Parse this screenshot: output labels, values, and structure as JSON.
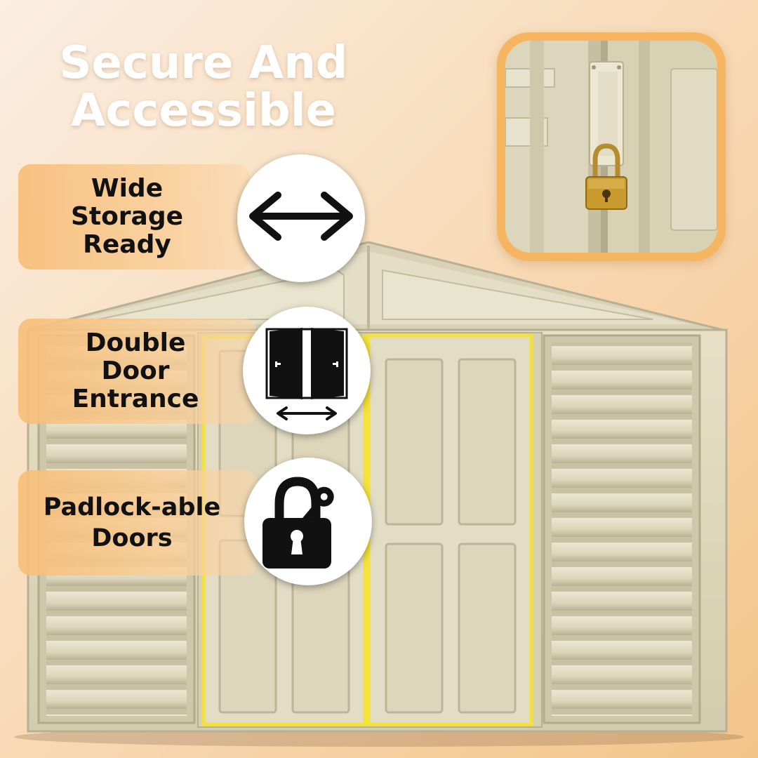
{
  "headline": {
    "line1": "Secure And",
    "line2": "Accessible"
  },
  "features": [
    {
      "text": "Wide\nStorage\nReady",
      "icon": "double-arrow-icon"
    },
    {
      "text": "Double\nDoor\nEntrance",
      "icon": "double-door-icon"
    },
    {
      "text": "Padlock-able\nDoors",
      "icon": "padlock-key-icon"
    }
  ],
  "inset_photo": {
    "subject": "padlock-hasp-photo"
  },
  "colors": {
    "accent_orange": "#f6b661",
    "door_highlight": "#f2e23a",
    "shed_body": "#ddd6b9",
    "icon_black": "#111111"
  }
}
